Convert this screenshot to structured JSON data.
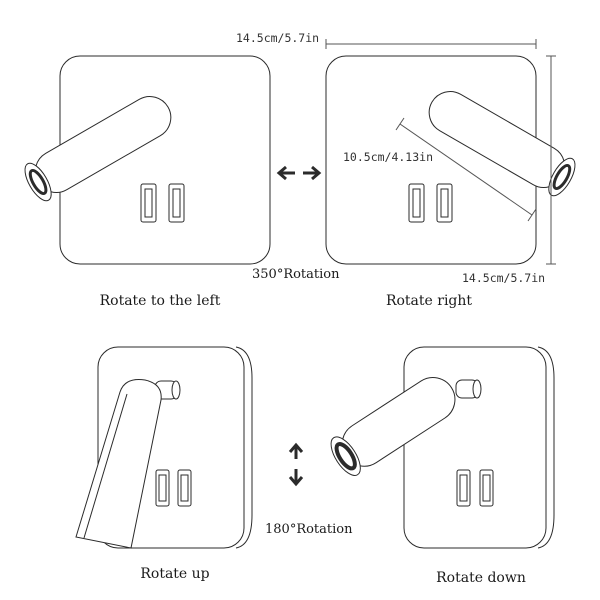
{
  "panels": [
    {
      "id": "left",
      "caption": "Rotate to the left"
    },
    {
      "id": "right",
      "caption": "Rotate right"
    },
    {
      "id": "up",
      "caption": "Rotate up"
    },
    {
      "id": "down",
      "caption": "Rotate down"
    }
  ],
  "dimensions": {
    "width_top": "14.5cm/5.7in",
    "height_side": "14.5cm/5.7in",
    "arm_length": "10.5cm/4.13in"
  },
  "rotations": {
    "horizontal": "350°Rotation",
    "vertical": "180°Rotation"
  },
  "icons": {
    "horizontal_arrow": "left-right-arrow-icon",
    "vertical_arrow": "up-down-arrow-icon"
  }
}
